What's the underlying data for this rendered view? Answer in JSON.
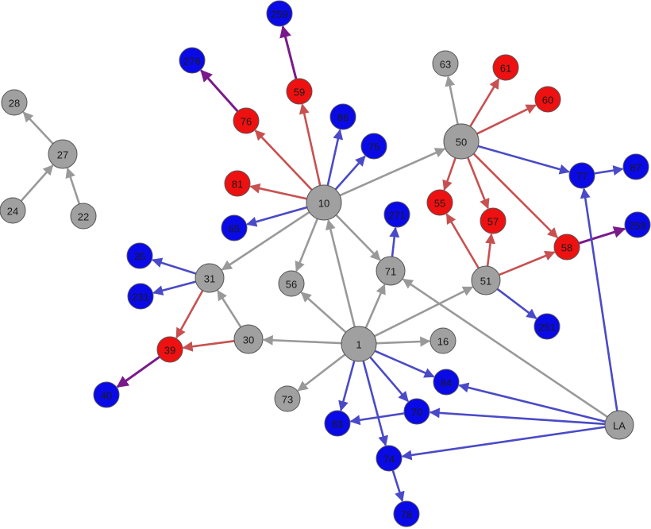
{
  "colors": {
    "gray_node": "#a0a0a0",
    "red_node": "#ee1111",
    "blue_node": "#0a0ae6",
    "gray_edge": "#999999",
    "red_edge": "#c85050",
    "blue_edge": "#4a4ac8",
    "purple_edge": "#7a1a8a",
    "node_stroke": "#555555"
  },
  "nodes": [
    {
      "id": "1",
      "label": "1",
      "type": "gray"
    },
    {
      "id": "10",
      "label": "10",
      "type": "gray"
    },
    {
      "id": "50",
      "label": "50",
      "type": "gray"
    },
    {
      "id": "51",
      "label": "51",
      "type": "gray"
    },
    {
      "id": "31",
      "label": "31",
      "type": "gray"
    },
    {
      "id": "30",
      "label": "30",
      "type": "gray"
    },
    {
      "id": "27",
      "label": "27",
      "type": "gray"
    },
    {
      "id": "28",
      "label": "28",
      "type": "gray"
    },
    {
      "id": "24",
      "label": "24",
      "type": "gray"
    },
    {
      "id": "22",
      "label": "22",
      "type": "gray"
    },
    {
      "id": "63",
      "label": "63",
      "type": "gray"
    },
    {
      "id": "56",
      "label": "56",
      "type": "gray"
    },
    {
      "id": "71",
      "label": "71",
      "type": "gray"
    },
    {
      "id": "16",
      "label": "16",
      "type": "gray"
    },
    {
      "id": "73",
      "label": "73",
      "type": "gray"
    },
    {
      "id": "LA",
      "label": "LA",
      "type": "gray"
    },
    {
      "id": "259",
      "label": "259",
      "type": "blue"
    },
    {
      "id": "276",
      "label": "276",
      "type": "blue"
    },
    {
      "id": "59",
      "label": "59",
      "type": "red"
    },
    {
      "id": "76",
      "label": "76",
      "type": "red"
    },
    {
      "id": "86",
      "label": "86",
      "type": "blue"
    },
    {
      "id": "75",
      "label": "75",
      "type": "blue"
    },
    {
      "id": "81",
      "label": "81",
      "type": "red"
    },
    {
      "id": "65",
      "label": "65",
      "type": "blue"
    },
    {
      "id": "271",
      "label": "271",
      "type": "blue"
    },
    {
      "id": "61",
      "label": "61",
      "type": "red"
    },
    {
      "id": "60",
      "label": "60",
      "type": "red"
    },
    {
      "id": "55",
      "label": "55",
      "type": "red"
    },
    {
      "id": "57",
      "label": "57",
      "type": "red"
    },
    {
      "id": "58",
      "label": "58",
      "type": "red"
    },
    {
      "id": "77",
      "label": "77",
      "type": "blue"
    },
    {
      "id": "87",
      "label": "87",
      "type": "blue"
    },
    {
      "id": "258",
      "label": "258",
      "type": "blue"
    },
    {
      "id": "251",
      "label": "251",
      "type": "blue"
    },
    {
      "id": "35",
      "label": "35",
      "type": "blue"
    },
    {
      "id": "231",
      "label": "231",
      "type": "blue"
    },
    {
      "id": "39",
      "label": "39",
      "type": "red"
    },
    {
      "id": "40",
      "label": "40",
      "type": "blue"
    },
    {
      "id": "84",
      "label": "84",
      "type": "blue"
    },
    {
      "id": "70",
      "label": "70",
      "type": "blue"
    },
    {
      "id": "83",
      "label": "83",
      "type": "blue"
    },
    {
      "id": "74",
      "label": "74",
      "type": "blue"
    },
    {
      "id": "78",
      "label": "78",
      "type": "blue"
    }
  ],
  "edges": [
    {
      "from": "27",
      "to": "28",
      "color": "gray"
    },
    {
      "from": "24",
      "to": "27",
      "color": "gray"
    },
    {
      "from": "22",
      "to": "27",
      "color": "gray"
    },
    {
      "from": "59",
      "to": "259",
      "color": "purple"
    },
    {
      "from": "76",
      "to": "276",
      "color": "purple"
    },
    {
      "from": "10",
      "to": "59",
      "color": "red"
    },
    {
      "from": "10",
      "to": "76",
      "color": "red"
    },
    {
      "from": "10",
      "to": "86",
      "color": "blue"
    },
    {
      "from": "10",
      "to": "75",
      "color": "blue"
    },
    {
      "from": "10",
      "to": "81",
      "color": "red"
    },
    {
      "from": "10",
      "to": "65",
      "color": "blue"
    },
    {
      "from": "10",
      "to": "50",
      "color": "gray"
    },
    {
      "from": "10",
      "to": "31",
      "color": "gray"
    },
    {
      "from": "10",
      "to": "56",
      "color": "gray"
    },
    {
      "from": "10",
      "to": "71",
      "color": "gray"
    },
    {
      "from": "1",
      "to": "10",
      "color": "gray"
    },
    {
      "from": "50",
      "to": "63",
      "color": "gray"
    },
    {
      "from": "50",
      "to": "61",
      "color": "red"
    },
    {
      "from": "50",
      "to": "60",
      "color": "red"
    },
    {
      "from": "50",
      "to": "55",
      "color": "red"
    },
    {
      "from": "50",
      "to": "57",
      "color": "red"
    },
    {
      "from": "50",
      "to": "58",
      "color": "red"
    },
    {
      "from": "50",
      "to": "77",
      "color": "blue"
    },
    {
      "from": "77",
      "to": "87",
      "color": "blue"
    },
    {
      "from": "58",
      "to": "258",
      "color": "purple"
    },
    {
      "from": "51",
      "to": "55",
      "color": "red"
    },
    {
      "from": "51",
      "to": "57",
      "color": "red"
    },
    {
      "from": "51",
      "to": "58",
      "color": "red"
    },
    {
      "from": "51",
      "to": "251",
      "color": "blue"
    },
    {
      "from": "1",
      "to": "51",
      "color": "gray"
    },
    {
      "from": "71",
      "to": "271",
      "color": "blue"
    },
    {
      "from": "1",
      "to": "71",
      "color": "gray"
    },
    {
      "from": "1",
      "to": "56",
      "color": "gray"
    },
    {
      "from": "1",
      "to": "16",
      "color": "gray"
    },
    {
      "from": "1",
      "to": "73",
      "color": "gray"
    },
    {
      "from": "1",
      "to": "30",
      "color": "gray"
    },
    {
      "from": "1",
      "to": "84",
      "color": "blue"
    },
    {
      "from": "1",
      "to": "70",
      "color": "blue"
    },
    {
      "from": "1",
      "to": "83",
      "color": "blue"
    },
    {
      "from": "1",
      "to": "74",
      "color": "blue"
    },
    {
      "from": "70",
      "to": "83",
      "color": "blue"
    },
    {
      "from": "74",
      "to": "78",
      "color": "blue"
    },
    {
      "from": "31",
      "to": "35",
      "color": "blue"
    },
    {
      "from": "31",
      "to": "231",
      "color": "blue"
    },
    {
      "from": "31",
      "to": "39",
      "color": "red"
    },
    {
      "from": "30",
      "to": "31",
      "color": "gray"
    },
    {
      "from": "30",
      "to": "39",
      "color": "red"
    },
    {
      "from": "39",
      "to": "40",
      "color": "purple"
    },
    {
      "from": "LA",
      "to": "71",
      "color": "gray"
    },
    {
      "from": "LA",
      "to": "77",
      "color": "blue"
    },
    {
      "from": "LA",
      "to": "84",
      "color": "blue"
    },
    {
      "from": "LA",
      "to": "70",
      "color": "blue"
    },
    {
      "from": "LA",
      "to": "74",
      "color": "blue"
    }
  ]
}
